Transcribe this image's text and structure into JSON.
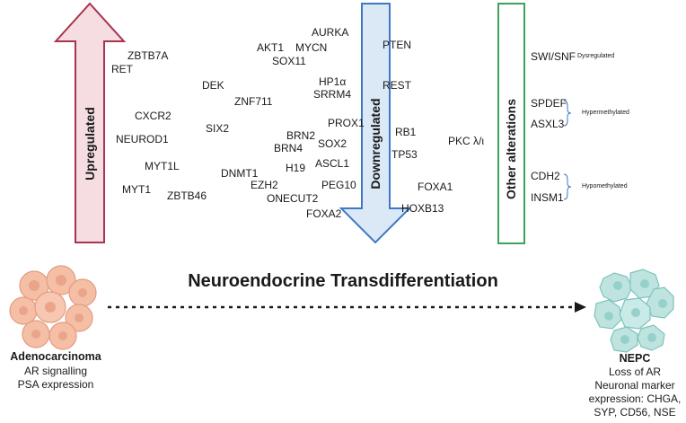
{
  "arrows": {
    "upregulated": "Upregulated",
    "downregulated": "Downregulated",
    "other": "Other alterations"
  },
  "upregulated_genes": [
    "ZBTB7A",
    "RET",
    "DEK",
    "ZNF711",
    "CXCR2",
    "SIX2",
    "NEUROD1",
    "MYT1L",
    "MYT1",
    "ZBTB46",
    "DNMT1",
    "EZH2",
    "ONECUT2"
  ],
  "center_genes": [
    "AURKA",
    "AKT1",
    "MYCN",
    "SOX11",
    "HP1α",
    "SRRM4",
    "PROX1",
    "BRN2",
    "BRN4",
    "SOX2",
    "ASCL1",
    "H19",
    "PEG10",
    "FOXA2"
  ],
  "downregulated_genes": [
    "PTEN",
    "REST",
    "RB1",
    "TP53",
    "PKC λ/ι",
    "FOXA1",
    "HOXB13"
  ],
  "other_alterations": {
    "dysregulated": {
      "genes": [
        "SWI/SNF"
      ],
      "label": "Dysregulated"
    },
    "hypermethylated": {
      "genes": [
        "SPDEF",
        "ASXL3"
      ],
      "label": "Hypermethylated"
    },
    "hypomethylated": {
      "genes": [
        "CDH2",
        "INSM1"
      ],
      "label": "Hypomethylated"
    }
  },
  "process_title": "Neuroendocrine Transdifferentiation",
  "left_cell": {
    "title": "Adenocarcinoma",
    "lines": [
      "AR signalling",
      "PSA expression"
    ]
  },
  "right_cell": {
    "title": "NEPC",
    "lines": [
      "Loss of AR",
      "Neuronal marker",
      "expression: CHGA,",
      "SYP, CD56, NSE"
    ]
  },
  "colors": {
    "up_fill": "#f6dde2",
    "up_stroke": "#a8344f",
    "down_fill": "#dbe8f6",
    "down_stroke": "#3f78c4",
    "other_fill": "#ffffff",
    "other_stroke": "#3ba35c",
    "adeno_cell": "#f5bfa6",
    "nepc_cell": "#bfe4e0"
  }
}
